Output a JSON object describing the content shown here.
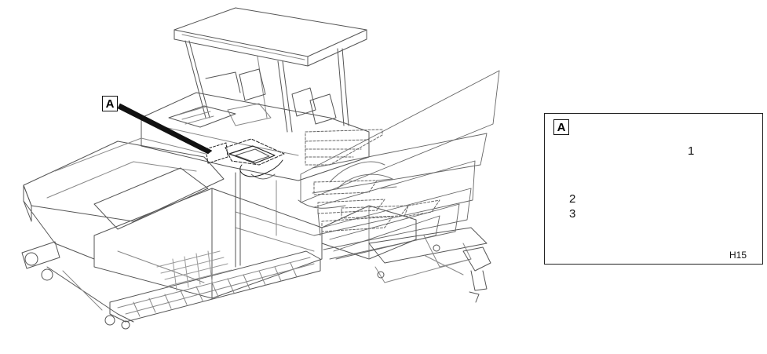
{
  "main_view": {
    "callout_label": "A"
  },
  "detail_view": {
    "label": "A",
    "callouts": [
      "1",
      "2",
      "3"
    ],
    "sheet_code": "H15"
  }
}
